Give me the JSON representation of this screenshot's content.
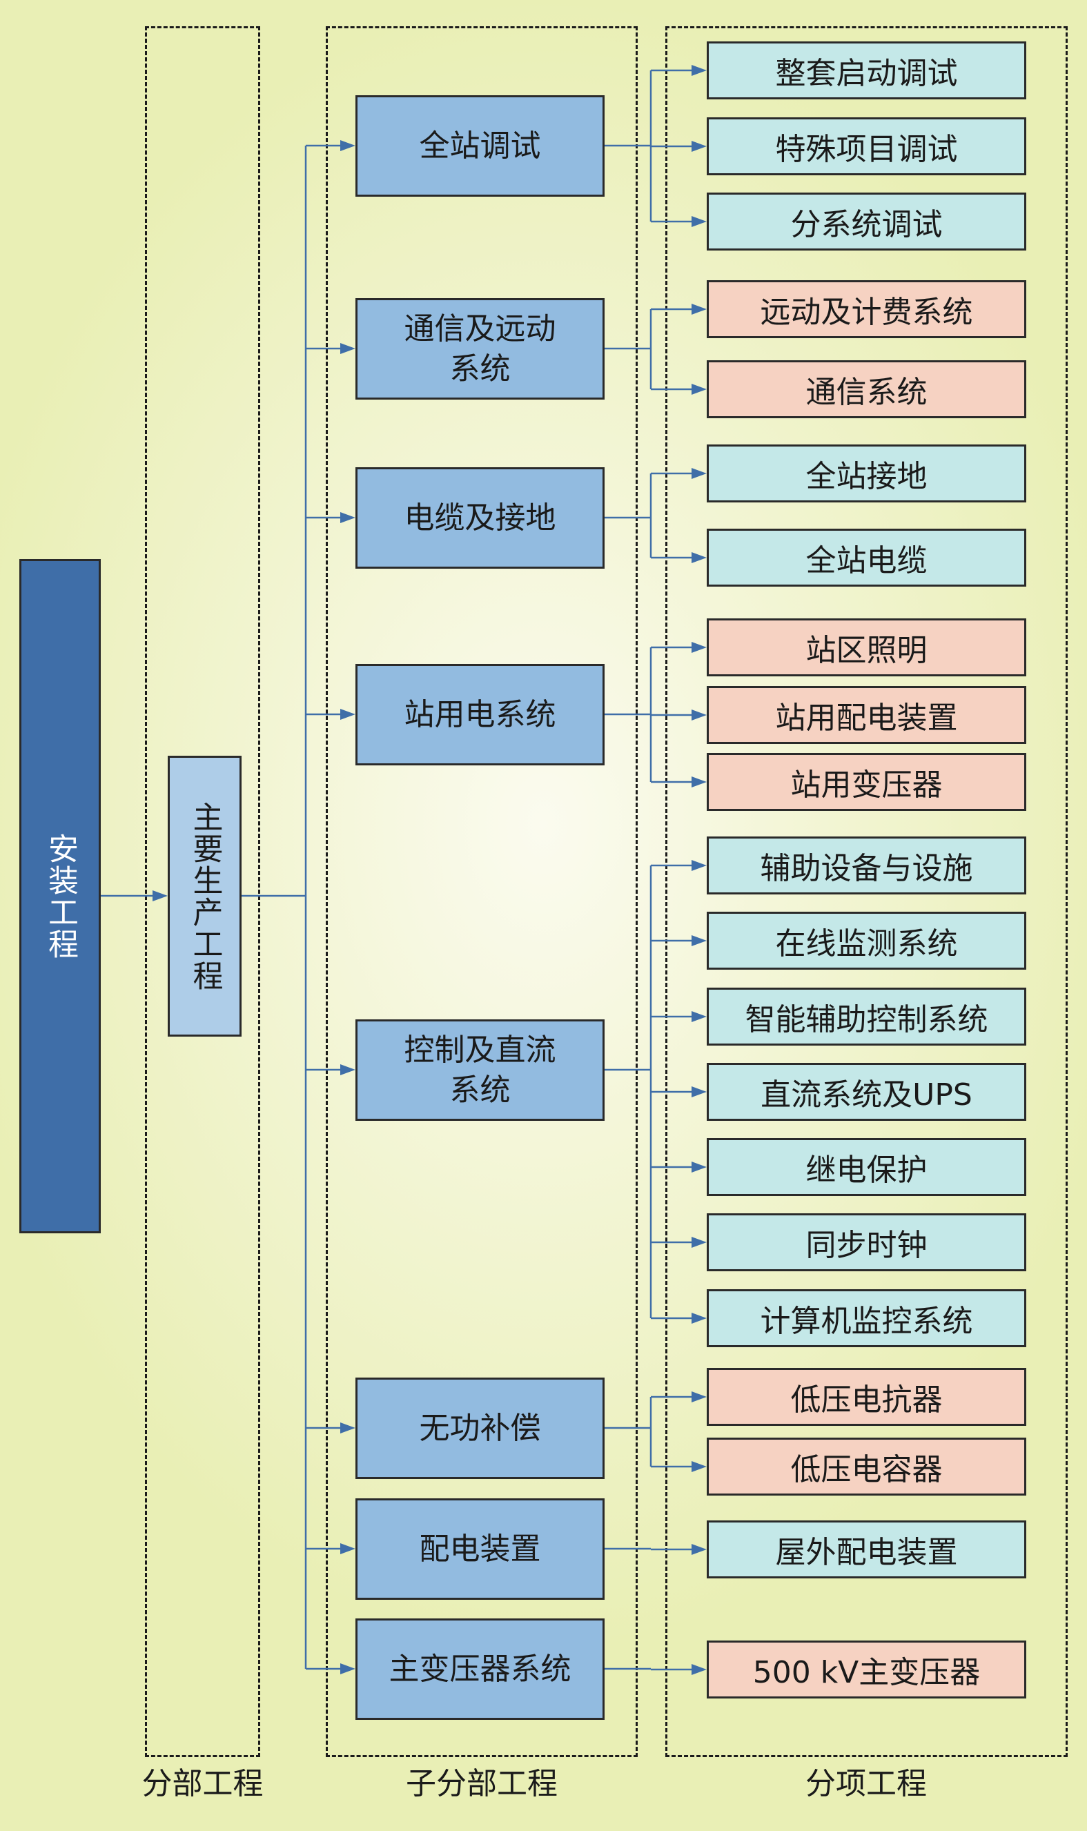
{
  "colors": {
    "root": "#3f6ea8",
    "sub": "#aecde8",
    "mid": "#92bbe0",
    "teal": "#c4e8e8",
    "salmon": "#f6d2c2",
    "connector": "#3f6ea8"
  },
  "root": "安装工程",
  "sub": "主要生产工程",
  "mids": [
    {
      "label": "全站调试",
      "children": [
        {
          "label": "整套启动调试",
          "color": "teal"
        },
        {
          "label": "特殊项目调试",
          "color": "teal"
        },
        {
          "label": "分系统调试",
          "color": "teal"
        }
      ]
    },
    {
      "label": "通信及远动\n系统",
      "children": [
        {
          "label": "远动及计费系统",
          "color": "salmon"
        },
        {
          "label": "通信系统",
          "color": "salmon"
        }
      ]
    },
    {
      "label": "电缆及接地",
      "children": [
        {
          "label": "全站接地",
          "color": "teal"
        },
        {
          "label": "全站电缆",
          "color": "teal"
        }
      ]
    },
    {
      "label": "站用电系统",
      "children": [
        {
          "label": "站区照明",
          "color": "salmon"
        },
        {
          "label": "站用配电装置",
          "color": "salmon"
        },
        {
          "label": "站用变压器",
          "color": "salmon"
        }
      ]
    },
    {
      "label": "控制及直流\n系统",
      "children": [
        {
          "label": "辅助设备与设施",
          "color": "teal"
        },
        {
          "label": "在线监测系统",
          "color": "teal"
        },
        {
          "label": "智能辅助控制系统",
          "color": "teal"
        },
        {
          "label": "直流系统及UPS",
          "color": "teal"
        },
        {
          "label": "继电保护",
          "color": "teal"
        },
        {
          "label": "同步时钟",
          "color": "teal"
        },
        {
          "label": "计算机监控系统",
          "color": "teal"
        }
      ]
    },
    {
      "label": "无功补偿",
      "children": [
        {
          "label": "低压电抗器",
          "color": "salmon"
        },
        {
          "label": "低压电容器",
          "color": "salmon"
        }
      ]
    },
    {
      "label": "配电装置",
      "children": [
        {
          "label": "屋外配电装置",
          "color": "teal"
        }
      ]
    },
    {
      "label": "主变压器系统",
      "children": [
        {
          "label": "500 kV主变压器",
          "color": "salmon"
        }
      ]
    }
  ],
  "column_labels": {
    "branch": "分部工程",
    "sub_branch": "子分部工程",
    "item": "分项工程"
  }
}
